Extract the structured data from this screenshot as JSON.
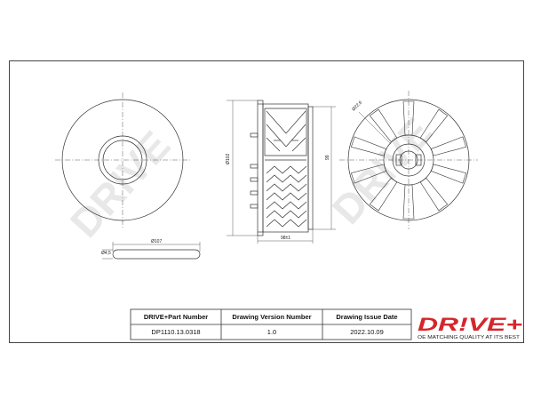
{
  "title_block": {
    "part_number_label": "DRIVE+Part Number",
    "part_number_value": "DP1110.13.0318",
    "version_label": "Drawing Version Number",
    "version_value": "1.0",
    "issue_date_label": "Drawing Issue Date",
    "issue_date_value": "2022.10.09"
  },
  "logo": {
    "text": "DR!VE+",
    "tagline": "OE MATCHING QUALITY AT ITS BEST",
    "color": "#d4262c"
  },
  "dimensions": {
    "outer_diameter": "Ø107",
    "oring_thickness": "Ø4,5",
    "height": "Ø102",
    "width": "99",
    "length": "98±1",
    "bolt_diameter": "Ø22,6"
  },
  "watermark": {
    "text": "DRIVE"
  }
}
